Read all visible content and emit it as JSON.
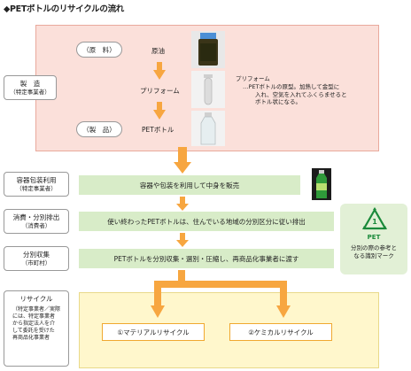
{
  "title": "◆PETボトルのリサイクルの流れ",
  "pink": {
    "raw_material": "（原　料）",
    "crude_oil": "原油",
    "preform": "プリフォーム",
    "product": "（製　品）",
    "pet_bottle": "PETボトル",
    "preform_note_title": "プリフォーム",
    "preform_note_lines": [
      "…PETボトルの原型。加熱して金型に",
      "入れ、空気を入れてふくらませると",
      "ボトル状になる。"
    ]
  },
  "side": {
    "manufacture": "製　造",
    "manufacture_sub": "（特定事業者）",
    "container_user": "容器包装利用",
    "container_user_sub": "（特定事業者）",
    "consumption": "消費・分別排出",
    "consumption_sub": "（消費者）",
    "collection": "分別収集",
    "collection_sub": "（市町村）",
    "recycle": "リサイクル",
    "recycle_sub_lines": [
      "（特定事業者／実際",
      "には、特定事業者",
      "から指定法人を介",
      "して委託を受けた",
      "再商品化事業者"
    ]
  },
  "bars": {
    "sale": "容器や包装を利用して中身を販売",
    "discharge": "使い終わったPETボトルは、住んでいる地域の分別区分に従い排出",
    "collect": "PETボトルを分別収集・選別・圧縮し、再商品化事業者に渡す"
  },
  "mark": {
    "number": "1",
    "code": "PET",
    "caption_lines": [
      "分別の際の参考と",
      "なる識別マーク"
    ]
  },
  "recycle": {
    "material": "①マテリアルリサイクル",
    "chemical": "②ケミカルリサイクル"
  },
  "colors": {
    "arrow": "#f7a640",
    "pink_fill": "#fbe0da",
    "green_fill": "#d8ecc8",
    "yellow_fill": "#fff7cc",
    "mark_green": "#1a8a3a"
  }
}
